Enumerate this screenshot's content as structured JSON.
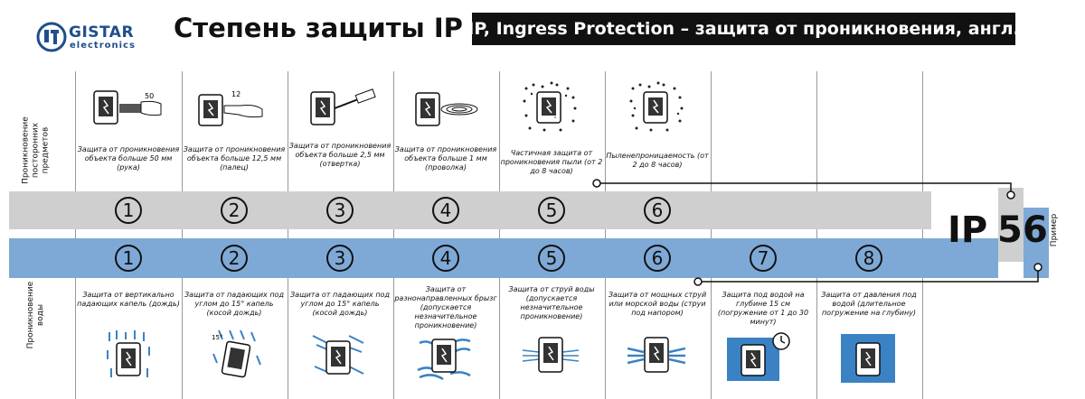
{
  "brand": {
    "name": "GISTAR",
    "sub": "electronics"
  },
  "title": "Степень защиты IP",
  "subtitle": "(IP, Ingress Protection – защита от проникновения, англ.)",
  "solids": {
    "row_label": [
      "Проникновение",
      "посторонних",
      "предметов"
    ],
    "levels": [
      {
        "num": "1",
        "caption": "Защита от проникновения объекта больше 50 мм (рука)",
        "icon": "hand-icon"
      },
      {
        "num": "2",
        "caption": "Защита от проникновения объекта больше 12,5 мм (палец)",
        "icon": "finger-icon"
      },
      {
        "num": "3",
        "caption": "Защита от проникновения объекта больше 2,5 мм (отвертка)",
        "icon": "screwdriver-icon"
      },
      {
        "num": "4",
        "caption": "Защита от проникновения объекта больше 1 мм (проволка)",
        "icon": "wire-icon"
      },
      {
        "num": "5",
        "caption": "Частичная защита от проникновения пыли (от 2 до 8 часов)",
        "icon": "dust-partial-icon"
      },
      {
        "num": "6",
        "caption": "Пыленепроницаемость (от 2 до 8 часов)",
        "icon": "dust-tight-icon"
      }
    ]
  },
  "water": {
    "row_label": [
      "Проникновение",
      "воды"
    ],
    "levels": [
      {
        "num": "1",
        "caption": "Защита от вертикально падающих капель (дождь)",
        "icon": "vertical-drops-icon"
      },
      {
        "num": "2",
        "caption": "Защита от падающих под углом до 15° капель (косой дождь)",
        "icon": "angled-drops-icon"
      },
      {
        "num": "3",
        "caption": "Защита от падающих под углом до 15° капель (косой дождь)",
        "icon": "spray-icon"
      },
      {
        "num": "4",
        "caption": "Защита от разнонаправленных брызг (допускается незначительное проникновение)",
        "icon": "splash-icon"
      },
      {
        "num": "5",
        "caption": "Защита от струй воды (допускается незначительное проникновение)",
        "icon": "jets-icon"
      },
      {
        "num": "6",
        "caption": "Защита от мощных струй или морской воды (струи под напором)",
        "icon": "powerful-jets-icon"
      },
      {
        "num": "7",
        "caption": "Защита под водой на глубине 15 см (погружение от 1 до 30 минут)",
        "icon": "immersion-icon"
      },
      {
        "num": "8",
        "caption": "Защита от давления под водой (длительное погружение на глубину)",
        "icon": "submersion-icon"
      }
    ]
  },
  "icon_text": {
    "hand_size": "50",
    "finger_size": "12",
    "angle": "15°"
  },
  "example": {
    "ip": "IP",
    "digit1": "5",
    "digit2": "6",
    "label": "Пример"
  },
  "colors": {
    "gray_band": "#cfcfcf",
    "blue_band": "#7ea9d7",
    "water": "#3b82c4",
    "title_bg": "#111111"
  }
}
